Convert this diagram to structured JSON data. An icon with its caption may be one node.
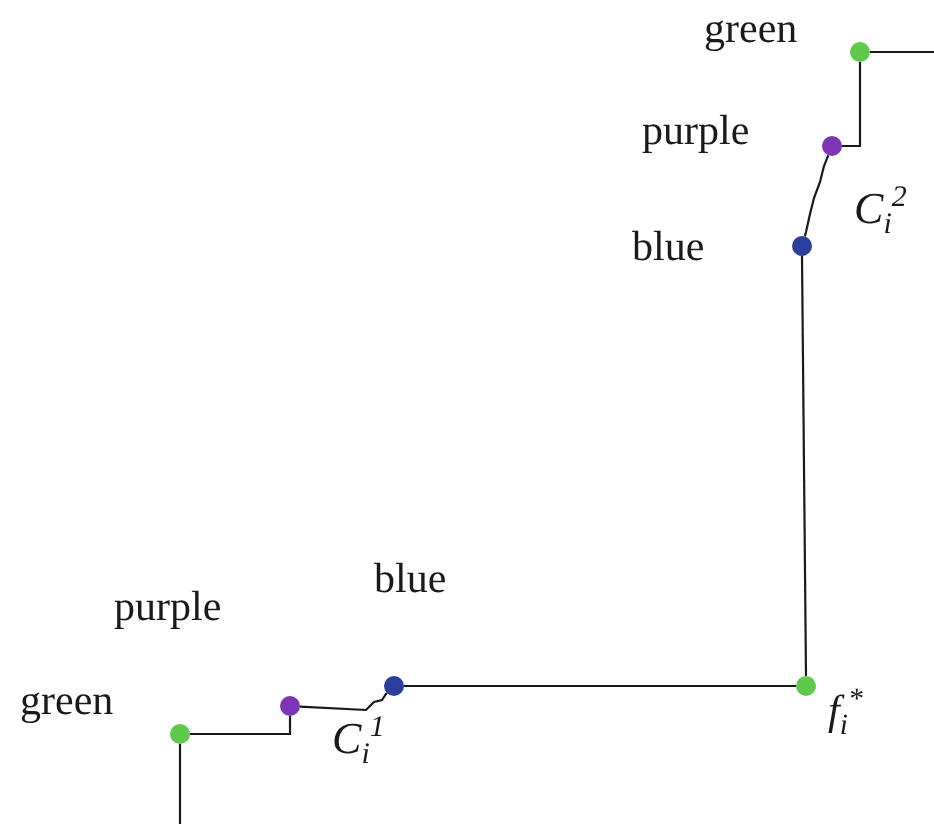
{
  "diagram": {
    "nodes": [
      {
        "text": [],
        "shape": "circle",
        "beside": [
          "green"
        ]
      },
      {
        "text": [],
        "shape": "circle",
        "beside": [
          "purple"
        ]
      },
      {
        "text": [],
        "shape": "circle",
        "beside": [
          "blue"
        ]
      },
      {
        "text": [],
        "shape": "circle",
        "beside": [
          "f$_{i}$$^{*}$"
        ]
      },
      {
        "text": [],
        "shape": "circle",
        "beside": [
          "blue"
        ]
      },
      {
        "text": [],
        "shape": "circle",
        "beside": [
          "purple"
        ]
      },
      {
        "text": [],
        "shape": "circle",
        "beside": [
          "green"
        ]
      }
    ],
    "edges": [
      {
        "from": null,
        "to": 0,
        "arrow": "none"
      },
      {
        "from": 0,
        "to": 1,
        "arrow": "none"
      },
      {
        "from": 1,
        "to": 2,
        "arrow": "none",
        "label": "C$_{i}$$^{1}$"
      },
      {
        "from": 2,
        "to": 3,
        "arrow": "none"
      },
      {
        "from": 3,
        "to": 4,
        "arrow": "none"
      },
      {
        "from": 4,
        "to": 5,
        "arrow": "none",
        "label": "C$_{i}$$^{2}$"
      },
      {
        "from": 5,
        "to": 6,
        "arrow": "none"
      },
      {
        "from": 6,
        "to": null,
        "arrow": "none"
      }
    ]
  }
}
